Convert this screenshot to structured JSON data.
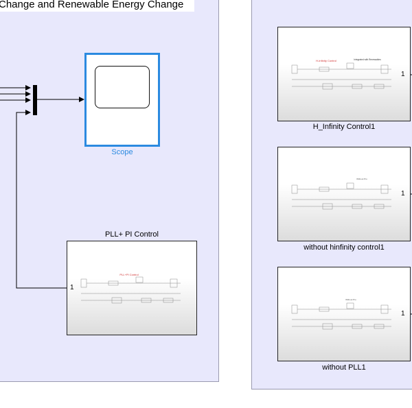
{
  "banner": {
    "text": "Change and Renewable Energy Change"
  },
  "scope": {
    "label": "Scope"
  },
  "pll_pi_block": {
    "title": "PLL+ PI Control",
    "port": "1",
    "inner_title": "PLL+PI Control"
  },
  "blocks_right": [
    {
      "title": "H_Infinity Control1",
      "port": "1",
      "inner_title": "H-Infinity Control",
      "inner_note": "Integrated with Renewables"
    },
    {
      "title": "without hinfinity control1",
      "port": "1",
      "inner_title": "Without Pro",
      "inner_note": ""
    },
    {
      "title": "without PLL1",
      "port": "1",
      "inner_title": "Without Pro",
      "inner_note": ""
    }
  ],
  "colors": {
    "canvas": "#e8e8fc",
    "scope_highlight": "#2b8ae0",
    "inner_title_red": "#d03030"
  }
}
